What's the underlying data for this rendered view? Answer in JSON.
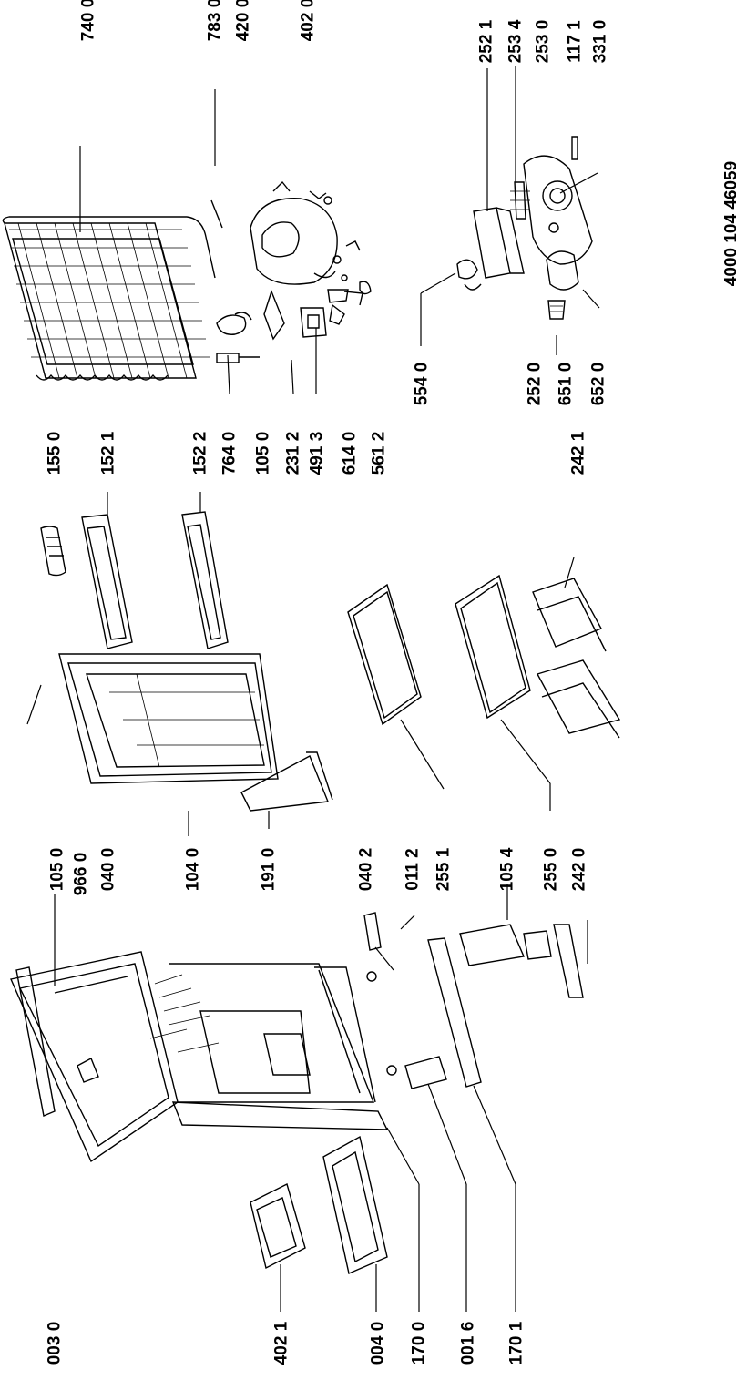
{
  "document_code": "4000 104 46059",
  "labels": [
    "740 0",
    "783 0",
    "420 0",
    "402 0",
    "252 1",
    "253 4",
    "253 0",
    "117 1",
    "331 0",
    "554 0",
    "252 0",
    "651 0",
    "652 0",
    "155 0",
    "152 1",
    "152 2",
    "764 0",
    "105 0",
    "231 2",
    "491 3",
    "614 0",
    "561 2",
    "242 1",
    "105 0",
    "966 0",
    "040 0",
    "104 0",
    "191 0",
    "040 2",
    "011 2",
    "255 1",
    "105 4",
    "255 0",
    "242 0",
    "003 0",
    "402 1",
    "004 0",
    "170 0",
    "001 6",
    "170 1"
  ]
}
